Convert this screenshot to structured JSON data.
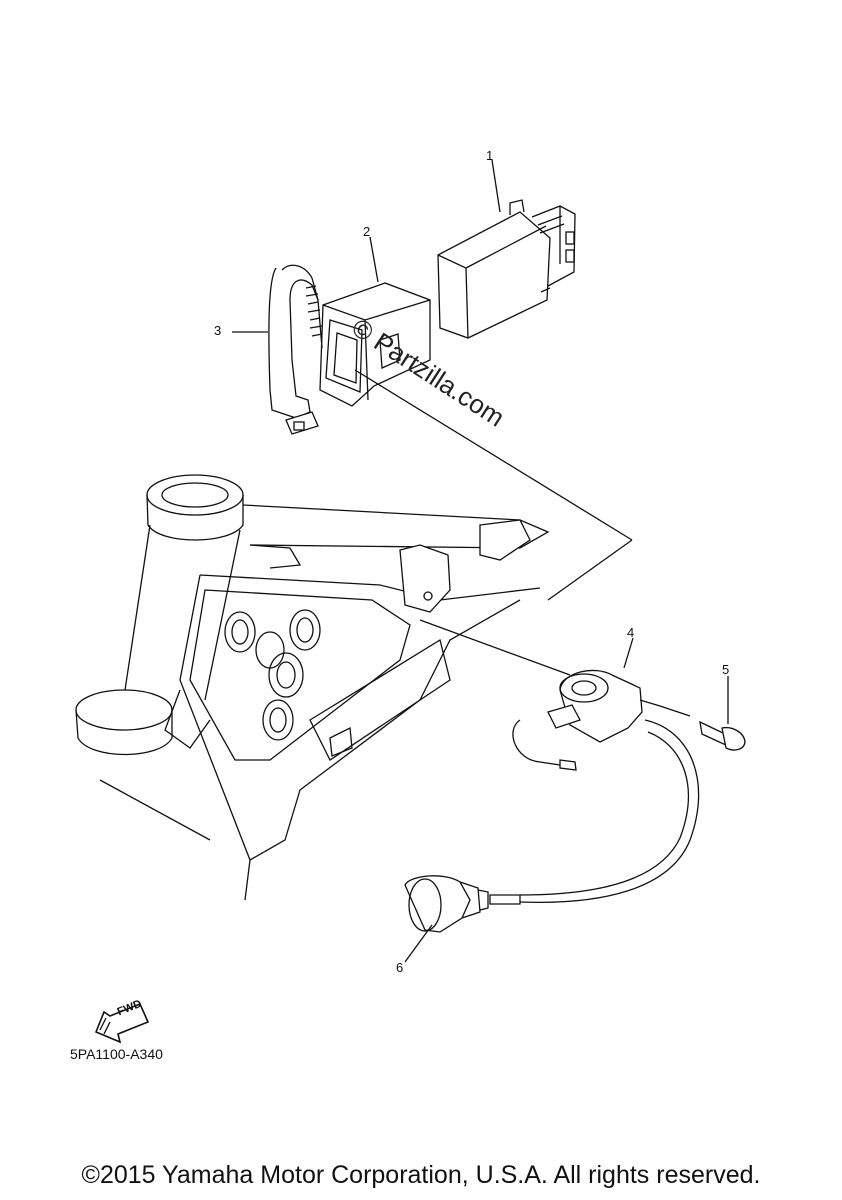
{
  "callouts": {
    "c1": "1",
    "c2": "2",
    "c3": "3",
    "c4": "4",
    "c5": "5",
    "c6": "6"
  },
  "fwd_label": "FWD",
  "part_code": "5PA1100-A340",
  "watermark": "© Partzilla.com",
  "copyright": "©2015 Yamaha Motor Corporation, U.S.A. All rights reserved."
}
